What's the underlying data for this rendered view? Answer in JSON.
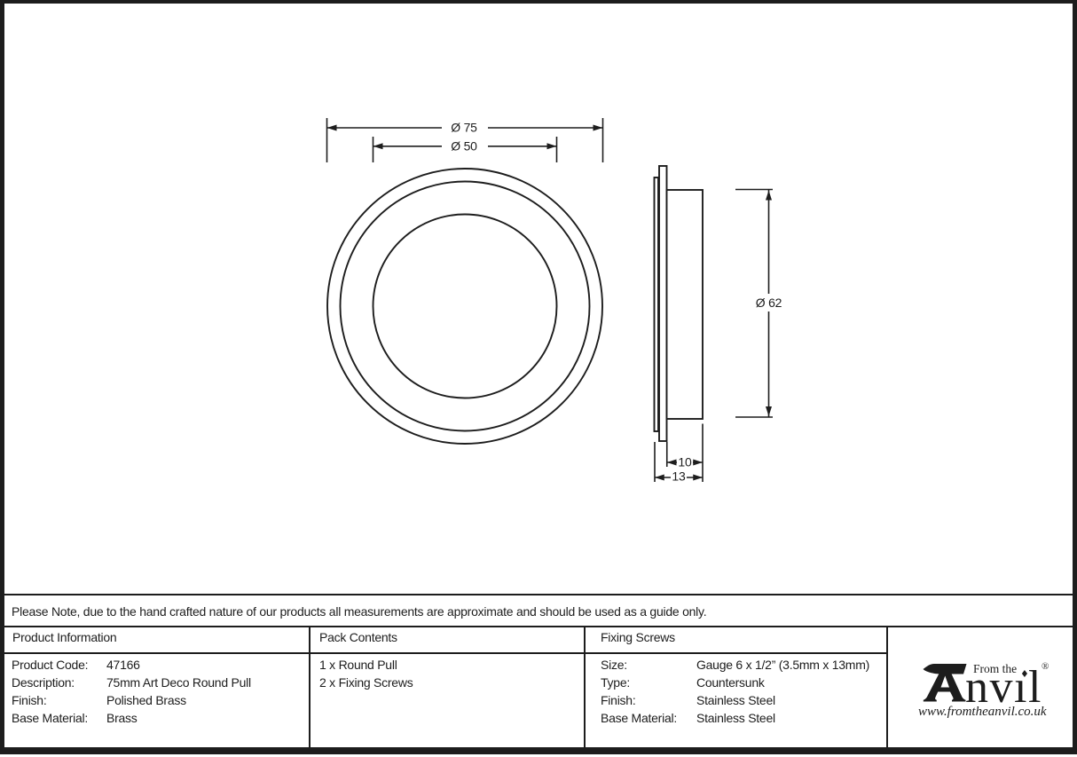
{
  "drawing": {
    "front_view": {
      "dim_outer": "Ø 75",
      "dim_inner": "Ø 50"
    },
    "side_view": {
      "dim_height": "Ø 62",
      "dim_depth_body": "10",
      "dim_depth_total": "13"
    }
  },
  "note": "Please Note, due to the hand crafted nature of our products all measurements are approximate and should be used as a guide only.",
  "table": {
    "product_information": {
      "header": "Product Information",
      "rows": [
        {
          "label": "Product Code:",
          "value": "47166"
        },
        {
          "label": "Description:",
          "value": "75mm Art Deco Round Pull"
        },
        {
          "label": "Finish:",
          "value": "Polished Brass"
        },
        {
          "label": "Base Material:",
          "value": "Brass"
        }
      ]
    },
    "pack_contents": {
      "header": "Pack Contents",
      "items": [
        "1 x Round Pull",
        "2 x Fixing Screws"
      ]
    },
    "fixing_screws": {
      "header": "Fixing Screws",
      "rows": [
        {
          "label": "Size:",
          "value": "Gauge 6 x 1/2” (3.5mm x 13mm)"
        },
        {
          "label": "Type:",
          "value": "Countersunk"
        },
        {
          "label": "Finish:",
          "value": "Stainless Steel"
        },
        {
          "label": "Base Material:",
          "value": "Stainless Steel"
        }
      ]
    }
  },
  "logo": {
    "brand": "Anvil",
    "brand_letters": "nvıl",
    "from_the": "From the",
    "diamond": "♦",
    "registered": "®",
    "website": "www.fromtheanvil.co.uk"
  },
  "colors": {
    "ink": "#1d1d1d",
    "background": "#ffffff"
  }
}
